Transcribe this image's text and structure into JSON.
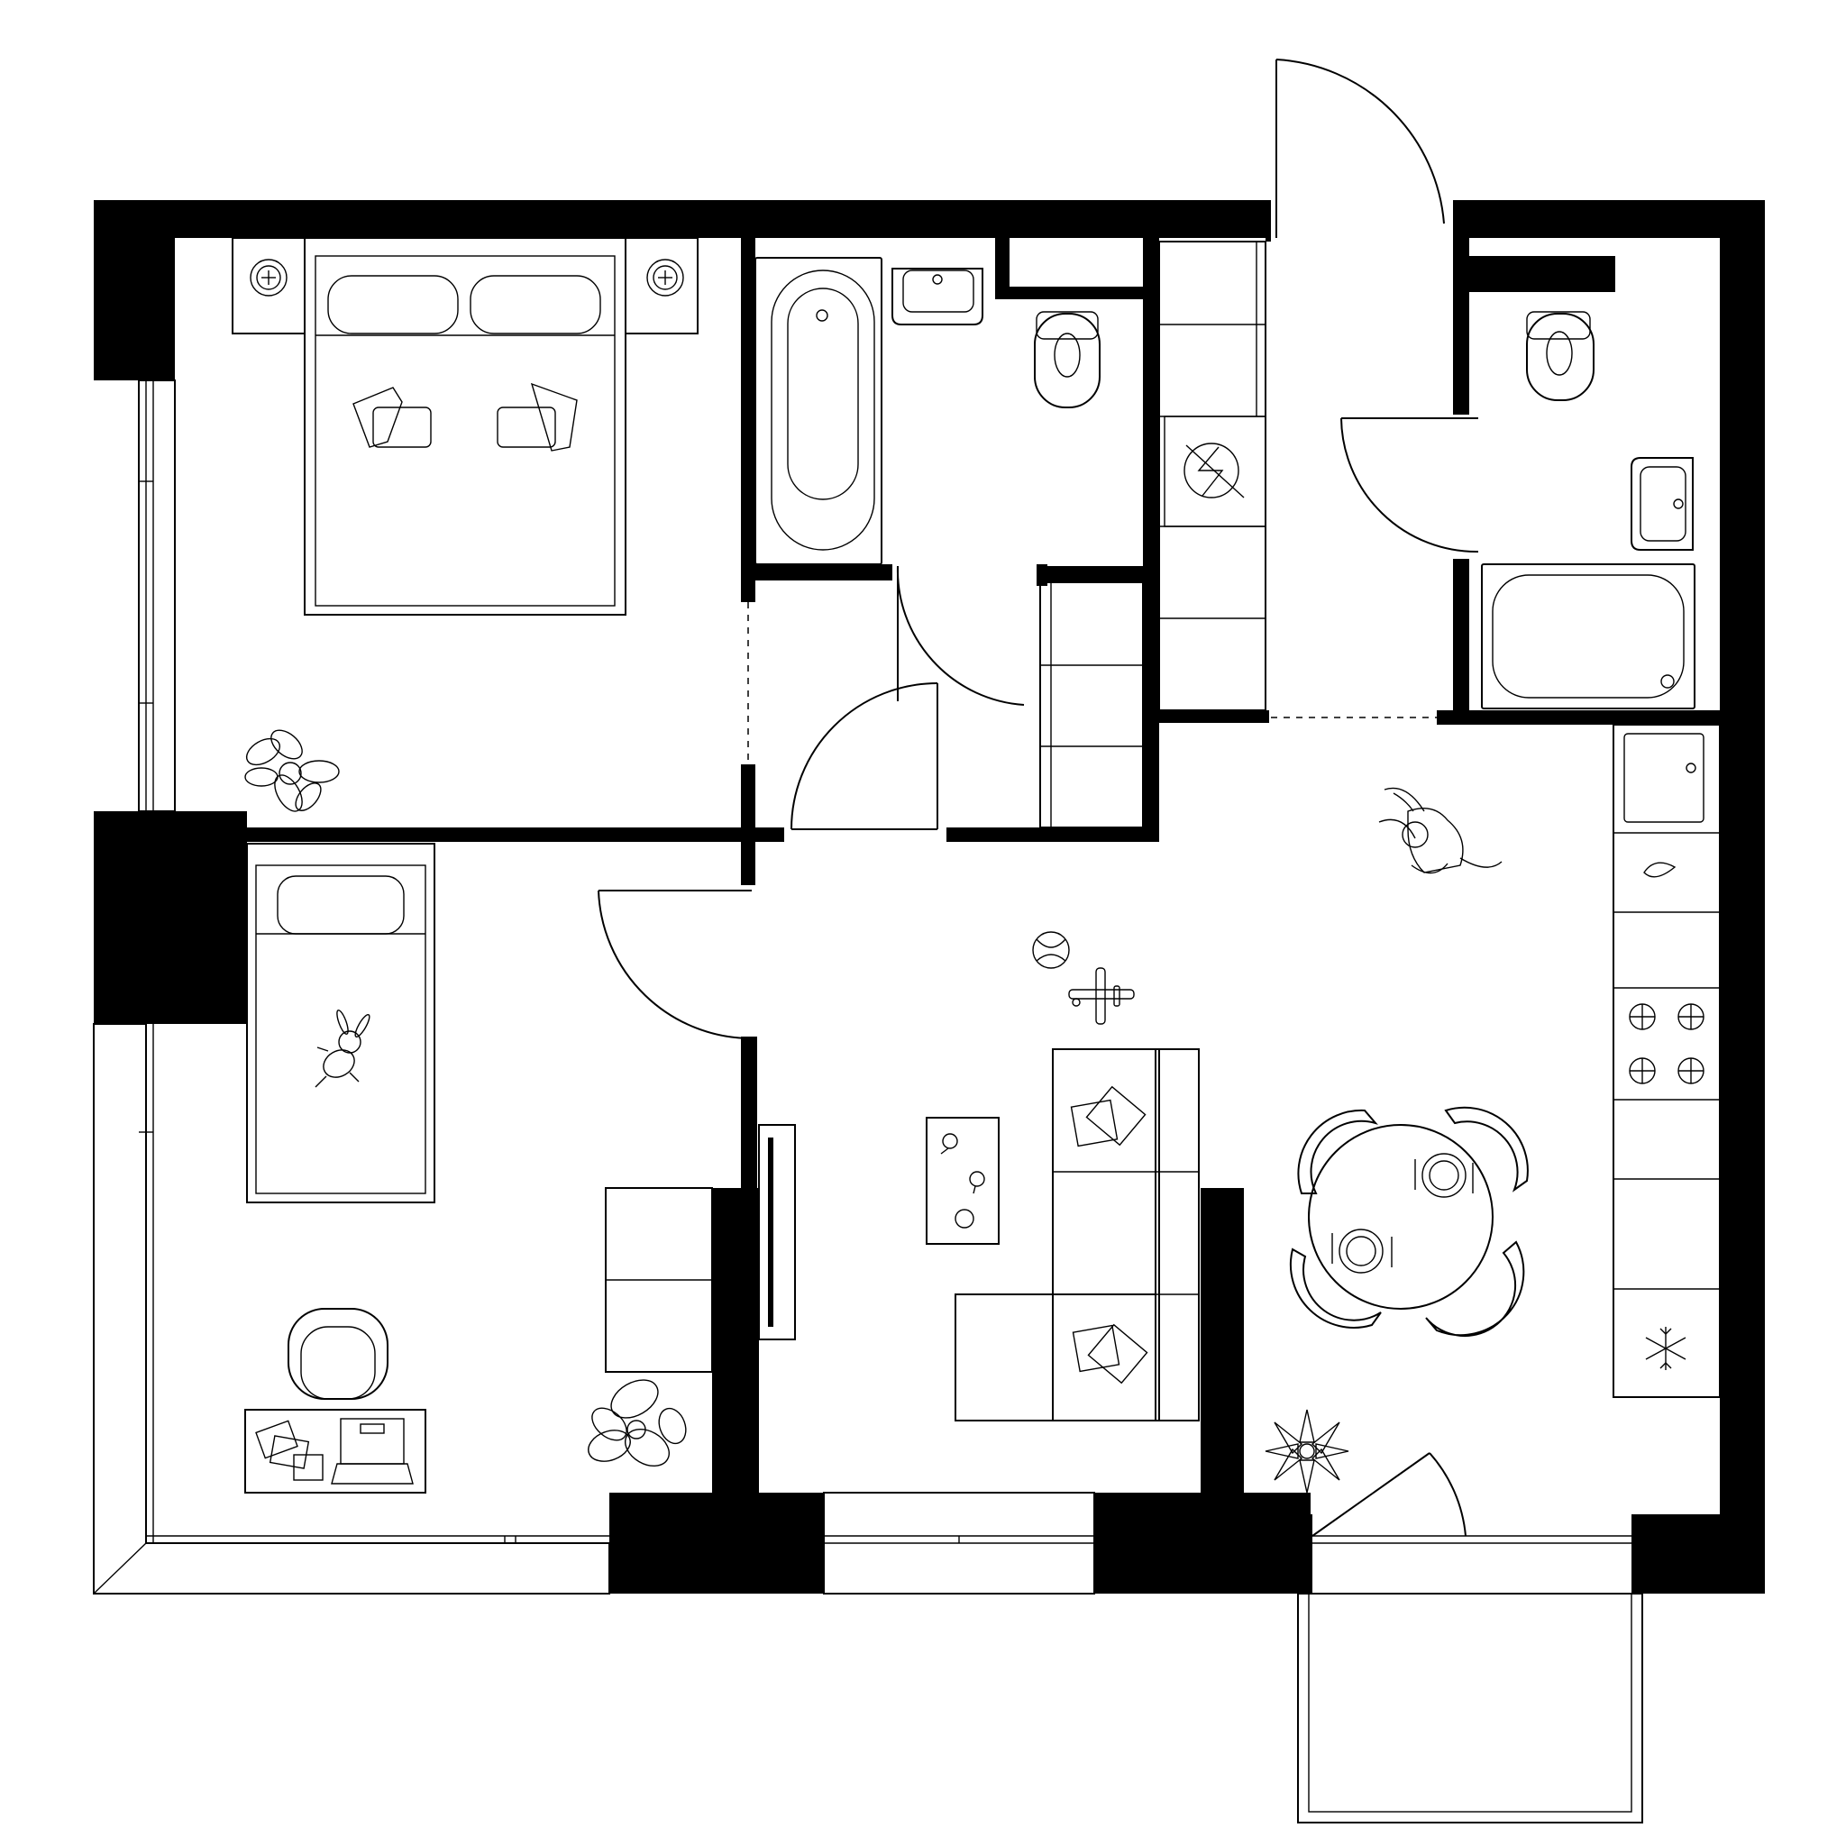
{
  "plan": {
    "colors": {
      "wall": "#000000",
      "background": "#ffffff",
      "line": "#000000"
    },
    "rooms": [
      "bedroom",
      "bathroom",
      "toilet",
      "hallway",
      "bathroom-2",
      "kids-room",
      "living-kitchen",
      "balcony"
    ],
    "icons": [
      "double-bed",
      "pillow-icon",
      "nightstand",
      "single-bed",
      "teddy-bunny-icon",
      "desk",
      "laptop-icon",
      "chair",
      "plant-icon",
      "bathtub",
      "sink",
      "toilet-bowl",
      "electric-panel-icon",
      "wardrobe",
      "sofa",
      "coffee-table",
      "tv-unit",
      "ball-icon",
      "toy-plane-icon",
      "cat-icon",
      "dining-table",
      "dining-chair",
      "plate-icon",
      "stove-icon",
      "kitchen-sink",
      "water-drop-icon",
      "snowflake-icon",
      "door-swing",
      "window"
    ]
  }
}
